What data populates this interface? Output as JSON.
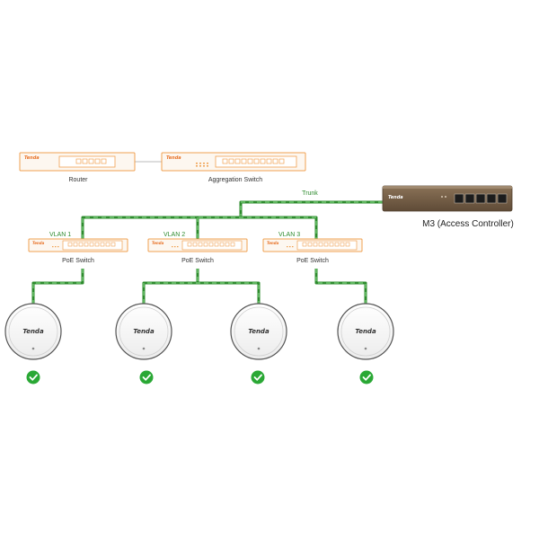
{
  "brand": "Tenda",
  "colors": {
    "link": "#2e8b2e",
    "link_dash": "#7ad07a",
    "device_orange": "#f0a050",
    "device_face": "#fdf7f0",
    "controller_body": "#7a6248",
    "check": "#2aa835"
  },
  "devices": {
    "router": {
      "label": "Router"
    },
    "aggregation": {
      "label": "Aggregation Switch"
    },
    "controller": {
      "label": "M3 (Access Controller)"
    }
  },
  "links": {
    "trunk": "Trunk"
  },
  "vlans": [
    {
      "vlan": "VLAN 1",
      "switch": "PoE Switch"
    },
    {
      "vlan": "VLAN 2",
      "switch": "PoE Switch"
    },
    {
      "vlan": "VLAN 3",
      "switch": "PoE Switch"
    }
  ],
  "access_points": [
    {
      "id": "ap1",
      "status_icon": "check-circle-icon"
    },
    {
      "id": "ap2",
      "status_icon": "check-circle-icon"
    },
    {
      "id": "ap3",
      "status_icon": "check-circle-icon"
    },
    {
      "id": "ap4",
      "status_icon": "check-circle-icon"
    }
  ]
}
